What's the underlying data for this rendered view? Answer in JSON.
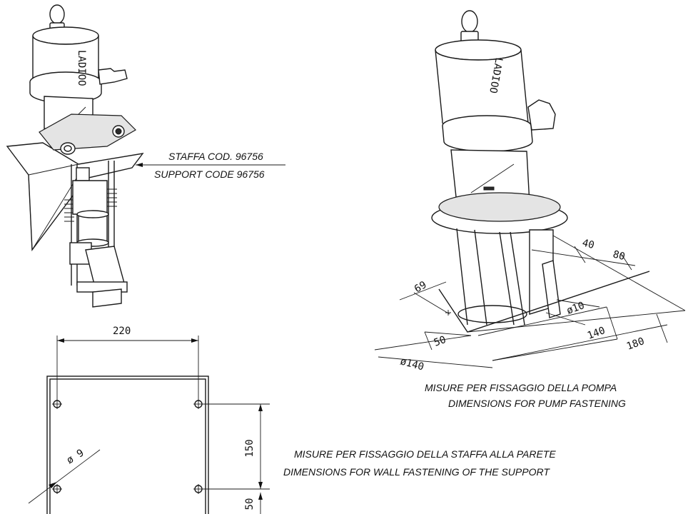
{
  "support_label": {
    "line1": "STAFFA COD. 96756",
    "line2": "SUPPORT CODE 96756"
  },
  "pump_fastening": {
    "title_it": "MISURE PER FISSAGGIO DELLA POMPA",
    "title_en": "DIMENSIONS FOR PUMP FASTENING",
    "dims": {
      "d40": "40",
      "d80": "80",
      "d69": "69",
      "hole": "ø10",
      "d50": "50",
      "d140": "140",
      "d180": "180",
      "dia140": "ø140"
    }
  },
  "wall_fastening": {
    "title_it": "MISURE PER FISSAGGIO DELLA STAFFA ALLA PARETE",
    "title_en": "DIMENSIONS FOR WALL FASTENING OF THE SUPPORT",
    "dims": {
      "width": "220",
      "height": "150",
      "bottom": "50",
      "hole": "ø 9"
    }
  },
  "brand": "LADIOO"
}
